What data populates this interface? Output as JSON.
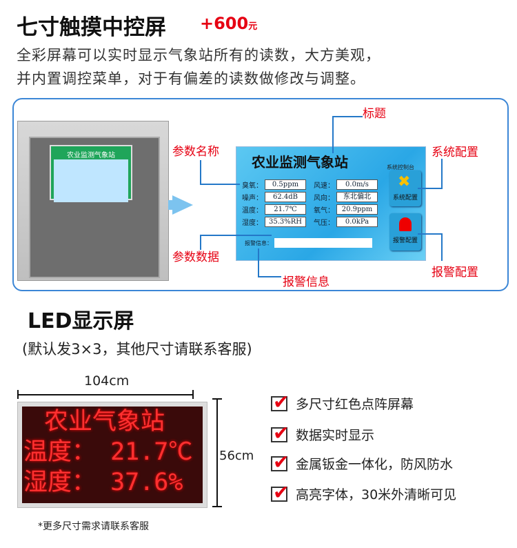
{
  "header": {
    "title": "七寸触摸中控屏",
    "price": "+600",
    "price_unit": "元"
  },
  "description": [
    "全彩屏幕可以实时显示气象站所有的读数，大方美观，",
    "并内置调控菜单，对于有偏差的读数做修改与调整。"
  ],
  "cabinet_screen": {
    "title": "农业监测气象站"
  },
  "screen": {
    "title": "农业监测气象站",
    "console_label": "系统控制台",
    "readings": [
      {
        "name": "臭氧：",
        "value": "0.5ppm"
      },
      {
        "name": "噪声：",
        "value": "62.4dB"
      },
      {
        "name": "温度：",
        "value": "21.7℃"
      },
      {
        "name": "湿度：",
        "value": "35.3%RH"
      },
      {
        "name": "风速：",
        "value": "0.0m/s"
      },
      {
        "name": "风向：",
        "value": "东北偏北"
      },
      {
        "name": "氧气：",
        "value": "20.9ppm"
      },
      {
        "name": "气压：",
        "value": "0.0kPa"
      }
    ],
    "alarm_info_label": "报警信息：",
    "system_button": "系统配置",
    "alarm_button": "报警配置"
  },
  "callouts": {
    "title": "标题",
    "param_name": "参数名称",
    "param_data": "参数数据",
    "alarm_info": "报警信息",
    "system_config": "系统配置",
    "alarm_config": "报警配置"
  },
  "led": {
    "heading": "LED显示屏",
    "subtitle": "(默认发3×3，其他尺寸请联系客服)",
    "width": "104cm",
    "height": "56cm",
    "lines": [
      "农业气象站",
      "温度： 21.7℃",
      "湿度： 37.6%"
    ],
    "note": "*更多尺寸需求请联系客服"
  },
  "features": [
    "多尺寸红色点阵屏幕",
    "数据实时显示",
    "金属钣金一体化，防风防水",
    "高亮字体，30米外清晰可见"
  ]
}
